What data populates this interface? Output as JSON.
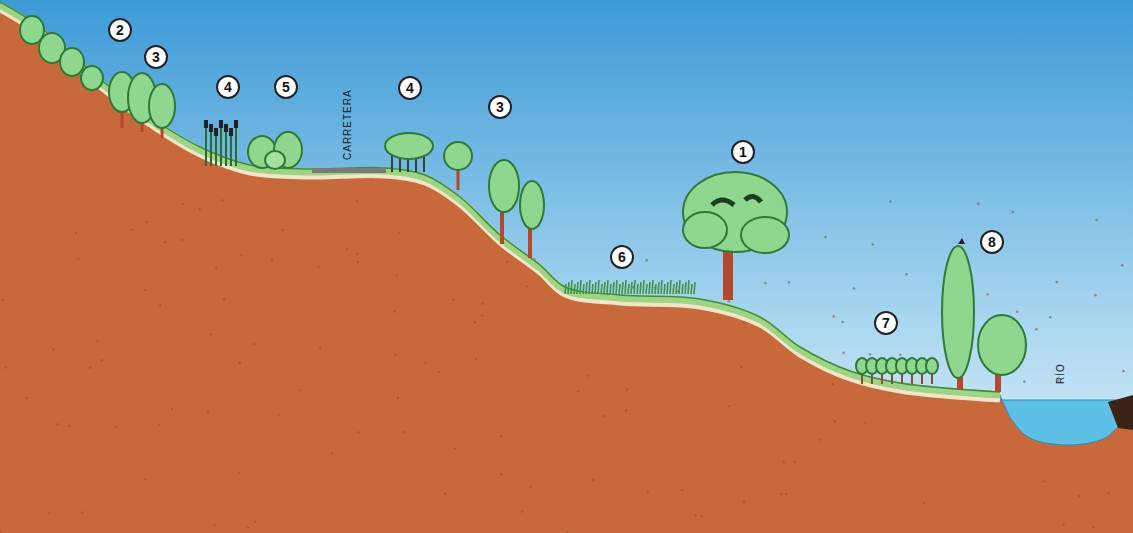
{
  "diagram": {
    "labels": [
      "2",
      "3",
      "4",
      "5",
      "CARRETERA",
      "4",
      "3",
      "1",
      "6",
      "8",
      "7",
      "RÍO"
    ]
  }
}
